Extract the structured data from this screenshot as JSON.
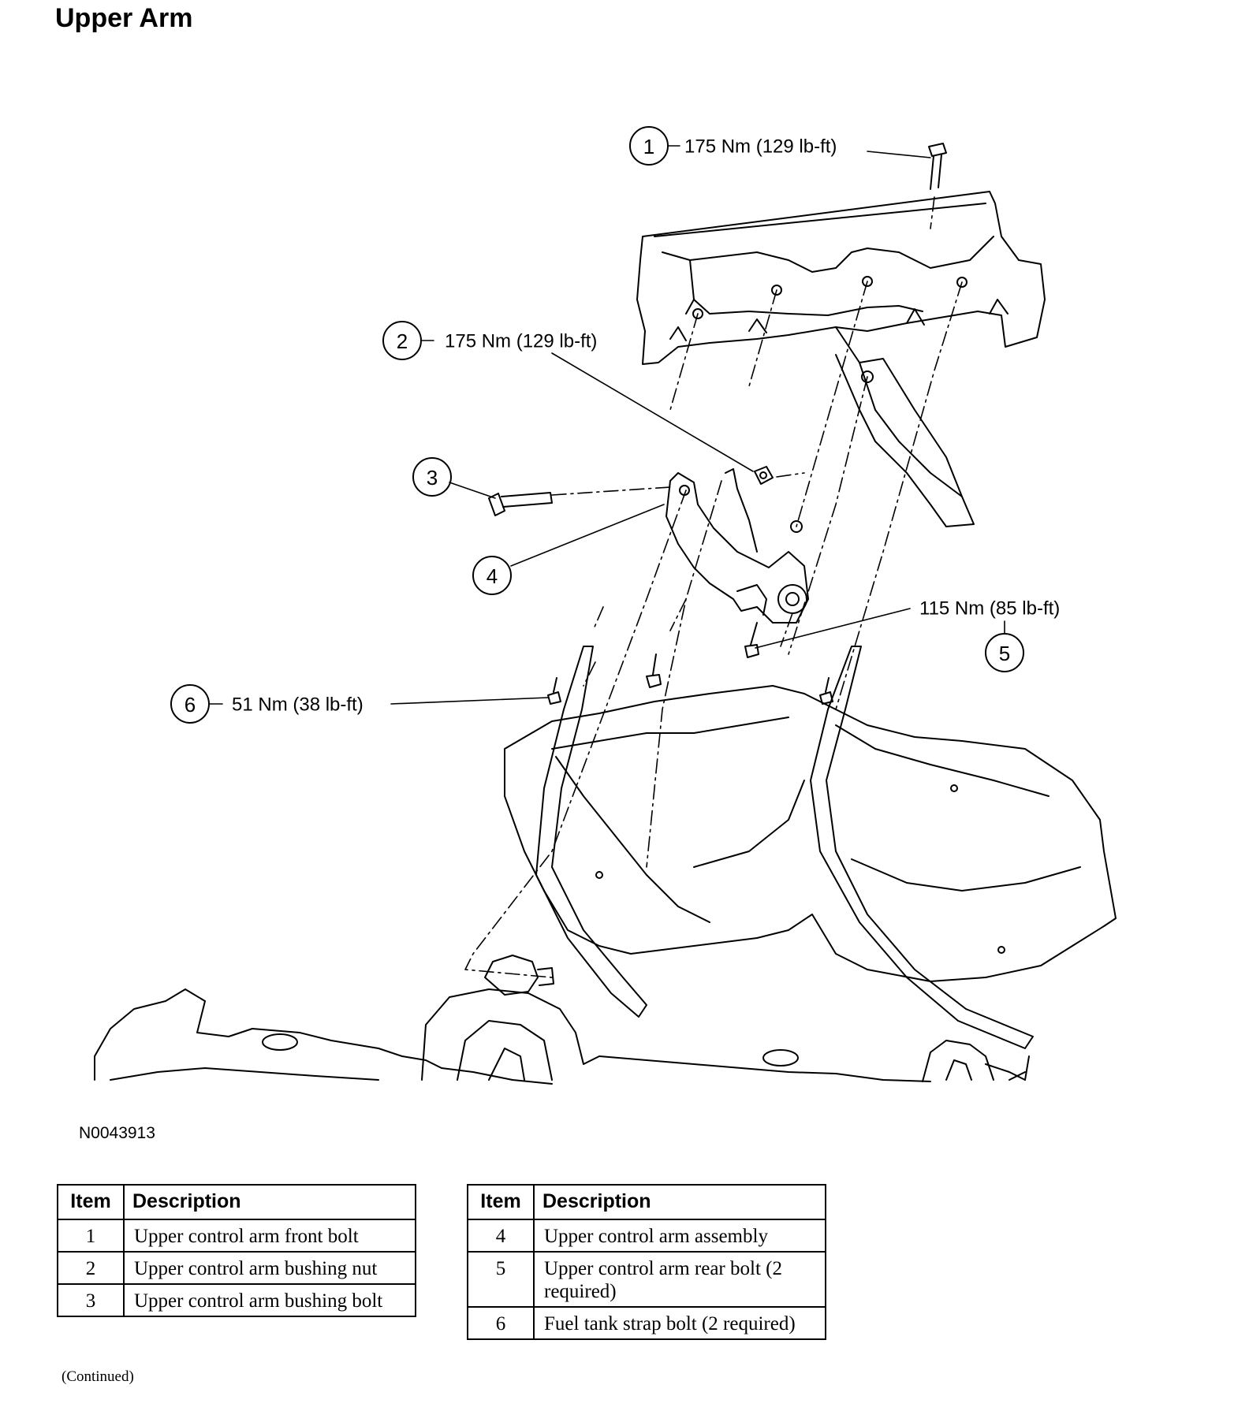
{
  "page": {
    "title": "Upper Arm",
    "figure_id": "N0043913",
    "continued": "(Continued)"
  },
  "callouts": [
    {
      "num": "1",
      "torque": "175 Nm (129 lb-ft)"
    },
    {
      "num": "2",
      "torque": "175 Nm (129 lb-ft)"
    },
    {
      "num": "3",
      "torque": ""
    },
    {
      "num": "4",
      "torque": ""
    },
    {
      "num": "5",
      "torque": "115 Nm (85 lb-ft)"
    },
    {
      "num": "6",
      "torque": "51 Nm (38 lb-ft)"
    }
  ],
  "legend": {
    "headers": {
      "item": "Item",
      "description": "Description"
    },
    "left": [
      {
        "item": "1",
        "description": "Upper control arm front bolt"
      },
      {
        "item": "2",
        "description": "Upper control arm bushing nut"
      },
      {
        "item": "3",
        "description": "Upper control arm bushing bolt"
      }
    ],
    "right": [
      {
        "item": "4",
        "description": "Upper control arm assembly"
      },
      {
        "item": "5",
        "description": "Upper control arm rear bolt (2 required)"
      },
      {
        "item": "6",
        "description": "Fuel tank strap bolt (2 required)"
      }
    ]
  }
}
